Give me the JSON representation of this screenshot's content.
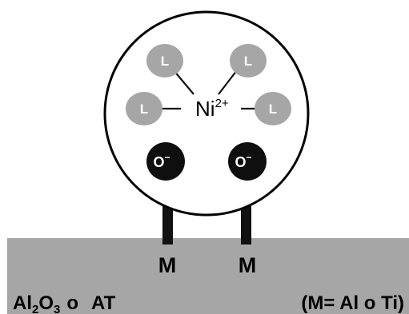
{
  "diagram": {
    "ligand_label": "L",
    "metal": "Ni",
    "metal_charge": "2+",
    "oxygen": "O",
    "oxygen_charge": "−",
    "surface_atom": "M",
    "support": {
      "al": "Al",
      "al_sub": "2",
      "o": "O",
      "o_sub": "3",
      "connector": "o",
      "alt": "AT"
    },
    "legend": "(M= Al o Ti)"
  },
  "colors": {
    "ligand_fill": "#a6a6a6",
    "oxygen_fill": "#0f0f0f",
    "support_fill": "#a6a6a6",
    "outline": "#000000",
    "bond": "#111111"
  }
}
